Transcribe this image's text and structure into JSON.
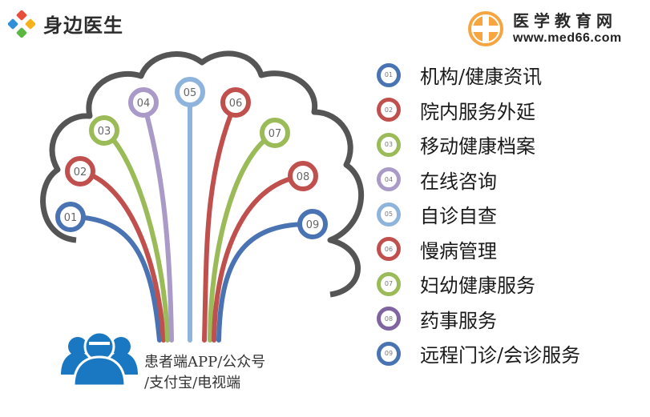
{
  "brand_left": {
    "name": "身边医生"
  },
  "brand_right": {
    "name": "医学教育网",
    "url": "www.med66.com"
  },
  "caption": {
    "line1": "患者端APP/公众号",
    "line2": "/支付宝/电视端"
  },
  "nodes": [
    {
      "num": "01",
      "label": "机构/健康资讯",
      "color": "#4a73b3"
    },
    {
      "num": "02",
      "label": "院内服务外延",
      "color": "#c0504d"
    },
    {
      "num": "03",
      "label": "移动健康档案",
      "color": "#9bbb59"
    },
    {
      "num": "04",
      "label": "在线咨询",
      "color": "#a99ac7"
    },
    {
      "num": "05",
      "label": "自诊自查",
      "color": "#8eb4dd"
    },
    {
      "num": "06",
      "label": "慢病管理",
      "color": "#c0504d"
    },
    {
      "num": "07",
      "label": "妇幼健康服务",
      "color": "#9bbb59"
    },
    {
      "num": "08",
      "label": "药事服务",
      "color": "#8064a2"
    },
    {
      "num": "09",
      "label": "远程门诊/会诊服务",
      "color": "#4a73b3"
    }
  ],
  "tree_colors": [
    "#4a73b3",
    "#c0504d",
    "#9bbb59",
    "#a99ac7",
    "#8eb4dd",
    "#c0504d",
    "#9bbb59",
    "#c0504d",
    "#4a73b3"
  ],
  "colors": {
    "cloud": "#555555",
    "users_icon": "#1a78c2"
  }
}
